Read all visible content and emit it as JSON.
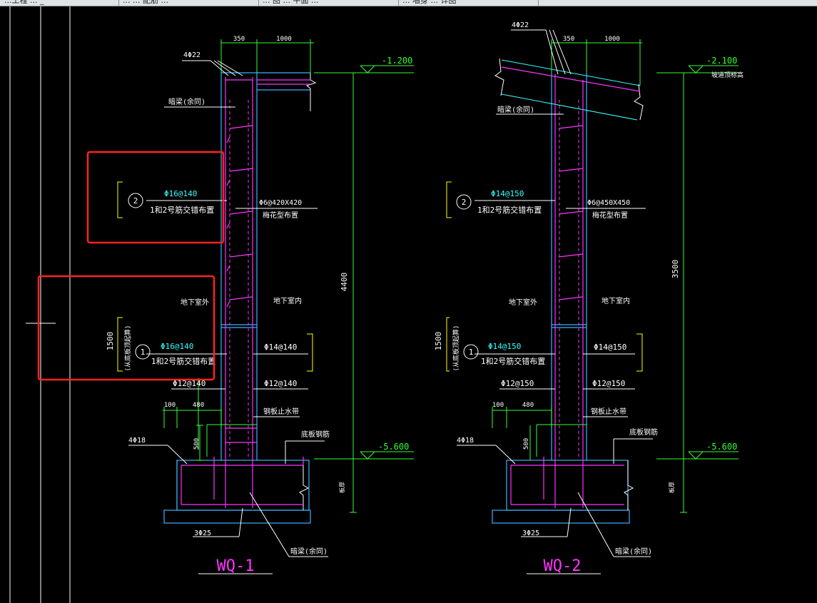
{
  "tabs": [
    {
      "label": "...工程 ... _"
    },
    {
      "label": "... ... 配筋 ..."
    },
    {
      "label": "... 图 ... 平面 ..."
    },
    {
      "label": "... 墙身 ... 详图"
    }
  ],
  "drawings": {
    "wq1": {
      "title": "WQ-1",
      "top_rebar": "4Φ22",
      "dim_top_left": "350",
      "dim_top_right": "1000",
      "elev_top": "-1.200",
      "elev_bottom": "-5.600",
      "dark_beam": "暗梁(余同)",
      "callout2_num": "2",
      "callout2_spec": "Φ16@140",
      "callout2_note": "1和2号筋交错布置",
      "tie_spec": "Φ6@420X420",
      "tie_note": "梅花型布置",
      "height_dim": "4400",
      "outside": "地下室外",
      "inside": "地下室内",
      "dim_1500": "1500",
      "from_slab": "(从底板顶起算)",
      "callout1_num": "1",
      "callout1_spec": "Φ16@140",
      "callout1_note": "1和2号筋交错布置",
      "inner_vert": "Φ14@140",
      "outer_horiz": "Φ12@140",
      "inner_horiz": "Φ12@140",
      "dim_100": "100",
      "dim_480": "480",
      "waterstop": "钢板止水带",
      "base_rebar": "底板钢筋",
      "corner_rebar": "4Φ18",
      "dim_500": "500",
      "slab_note": "板厚",
      "bottom_rebar": "3Φ25",
      "bottom_beam": "暗梁(余同)"
    },
    "wq2": {
      "title": "WQ-2",
      "top_rebar": "4Φ22",
      "dim_top_left": "350",
      "dim_top_right": "1000",
      "elev_top": "-2.100",
      "elev_top_note": "坡道顶标高",
      "elev_bottom": "-5.600",
      "dark_beam": "暗梁(余同)",
      "callout2_num": "2",
      "callout2_spec": "Φ14@150",
      "callout2_note": "1和2号筋交错布置",
      "tie_spec": "Φ6@450X450",
      "tie_note": "梅花型布置",
      "height_dim": "3500",
      "outside": "地下室外",
      "inside": "地下室内",
      "dim_1500": "1500",
      "from_slab": "(从底板顶起算)",
      "callout1_num": "1",
      "callout1_spec": "Φ14@150",
      "callout1_note": "1和2号筋交错布置",
      "inner_vert": "Φ14@150",
      "outer_horiz": "Φ12@150",
      "inner_horiz": "Φ12@150",
      "dim_100": "100",
      "dim_480": "480",
      "waterstop": "钢板止水带",
      "base_rebar": "底板钢筋",
      "corner_rebar": "4Φ18",
      "dim_500": "500",
      "slab_note": "板厚",
      "bottom_rebar": "3Φ25",
      "bottom_beam": "暗梁(余同)"
    }
  },
  "colors": {
    "background": "#000000",
    "wall": "#3bb0ff",
    "rebar": "#ff33ff",
    "dim": "#33ff33",
    "text": "#ffffff",
    "cyan_text": "#33ffff",
    "highlight": "#ff2222",
    "bracket": "#ffff00",
    "elev": "#33ff33"
  }
}
